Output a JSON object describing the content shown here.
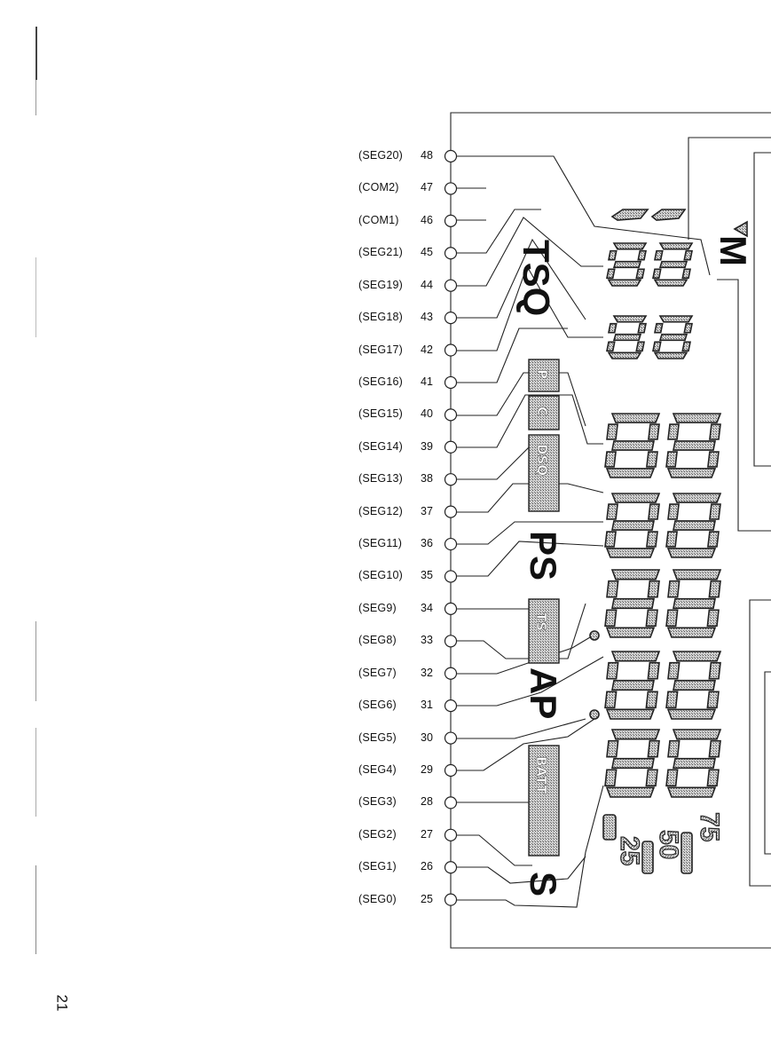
{
  "pins": [
    {
      "label": "(SEG20)",
      "number": "48"
    },
    {
      "label": "(COM2)",
      "number": "47"
    },
    {
      "label": "(COM1)",
      "number": "46"
    },
    {
      "label": "(SEG21)",
      "number": "45"
    },
    {
      "label": "(SEG19)",
      "number": "44"
    },
    {
      "label": "(SEG18)",
      "number": "43"
    },
    {
      "label": "(SEG17)",
      "number": "42"
    },
    {
      "label": "(SEG16)",
      "number": "41"
    },
    {
      "label": "(SEG15)",
      "number": "40"
    },
    {
      "label": "(SEG14)",
      "number": "39"
    },
    {
      "label": "(SEG13)",
      "number": "38"
    },
    {
      "label": "(SEG12)",
      "number": "37"
    },
    {
      "label": "(SEG11)",
      "number": "36"
    },
    {
      "label": "(SEG10)",
      "number": "35"
    },
    {
      "label": "(SEG9)",
      "number": "34"
    },
    {
      "label": "(SEG8)",
      "number": "33"
    },
    {
      "label": "(SEG7)",
      "number": "32"
    },
    {
      "label": "(SEG6)",
      "number": "31"
    },
    {
      "label": "(SEG5)",
      "number": "30"
    },
    {
      "label": "(SEG4)",
      "number": "29"
    },
    {
      "label": "(SEG3)",
      "number": "28"
    },
    {
      "label": "(SEG2)",
      "number": "27"
    },
    {
      "label": "(SEG1)",
      "number": "26"
    },
    {
      "label": "(SEG0)",
      "number": "25"
    }
  ],
  "segments": {
    "tsq": "TSQ",
    "p": "P",
    "c": "C",
    "dsq": "DSQ",
    "ps": "PS",
    "ts": "TS",
    "ap": "AP",
    "batt": "BATT",
    "s": "S",
    "m": "M",
    "speed_75": "75",
    "speed_50": "50",
    "speed_25": "25"
  },
  "page_number": "21"
}
